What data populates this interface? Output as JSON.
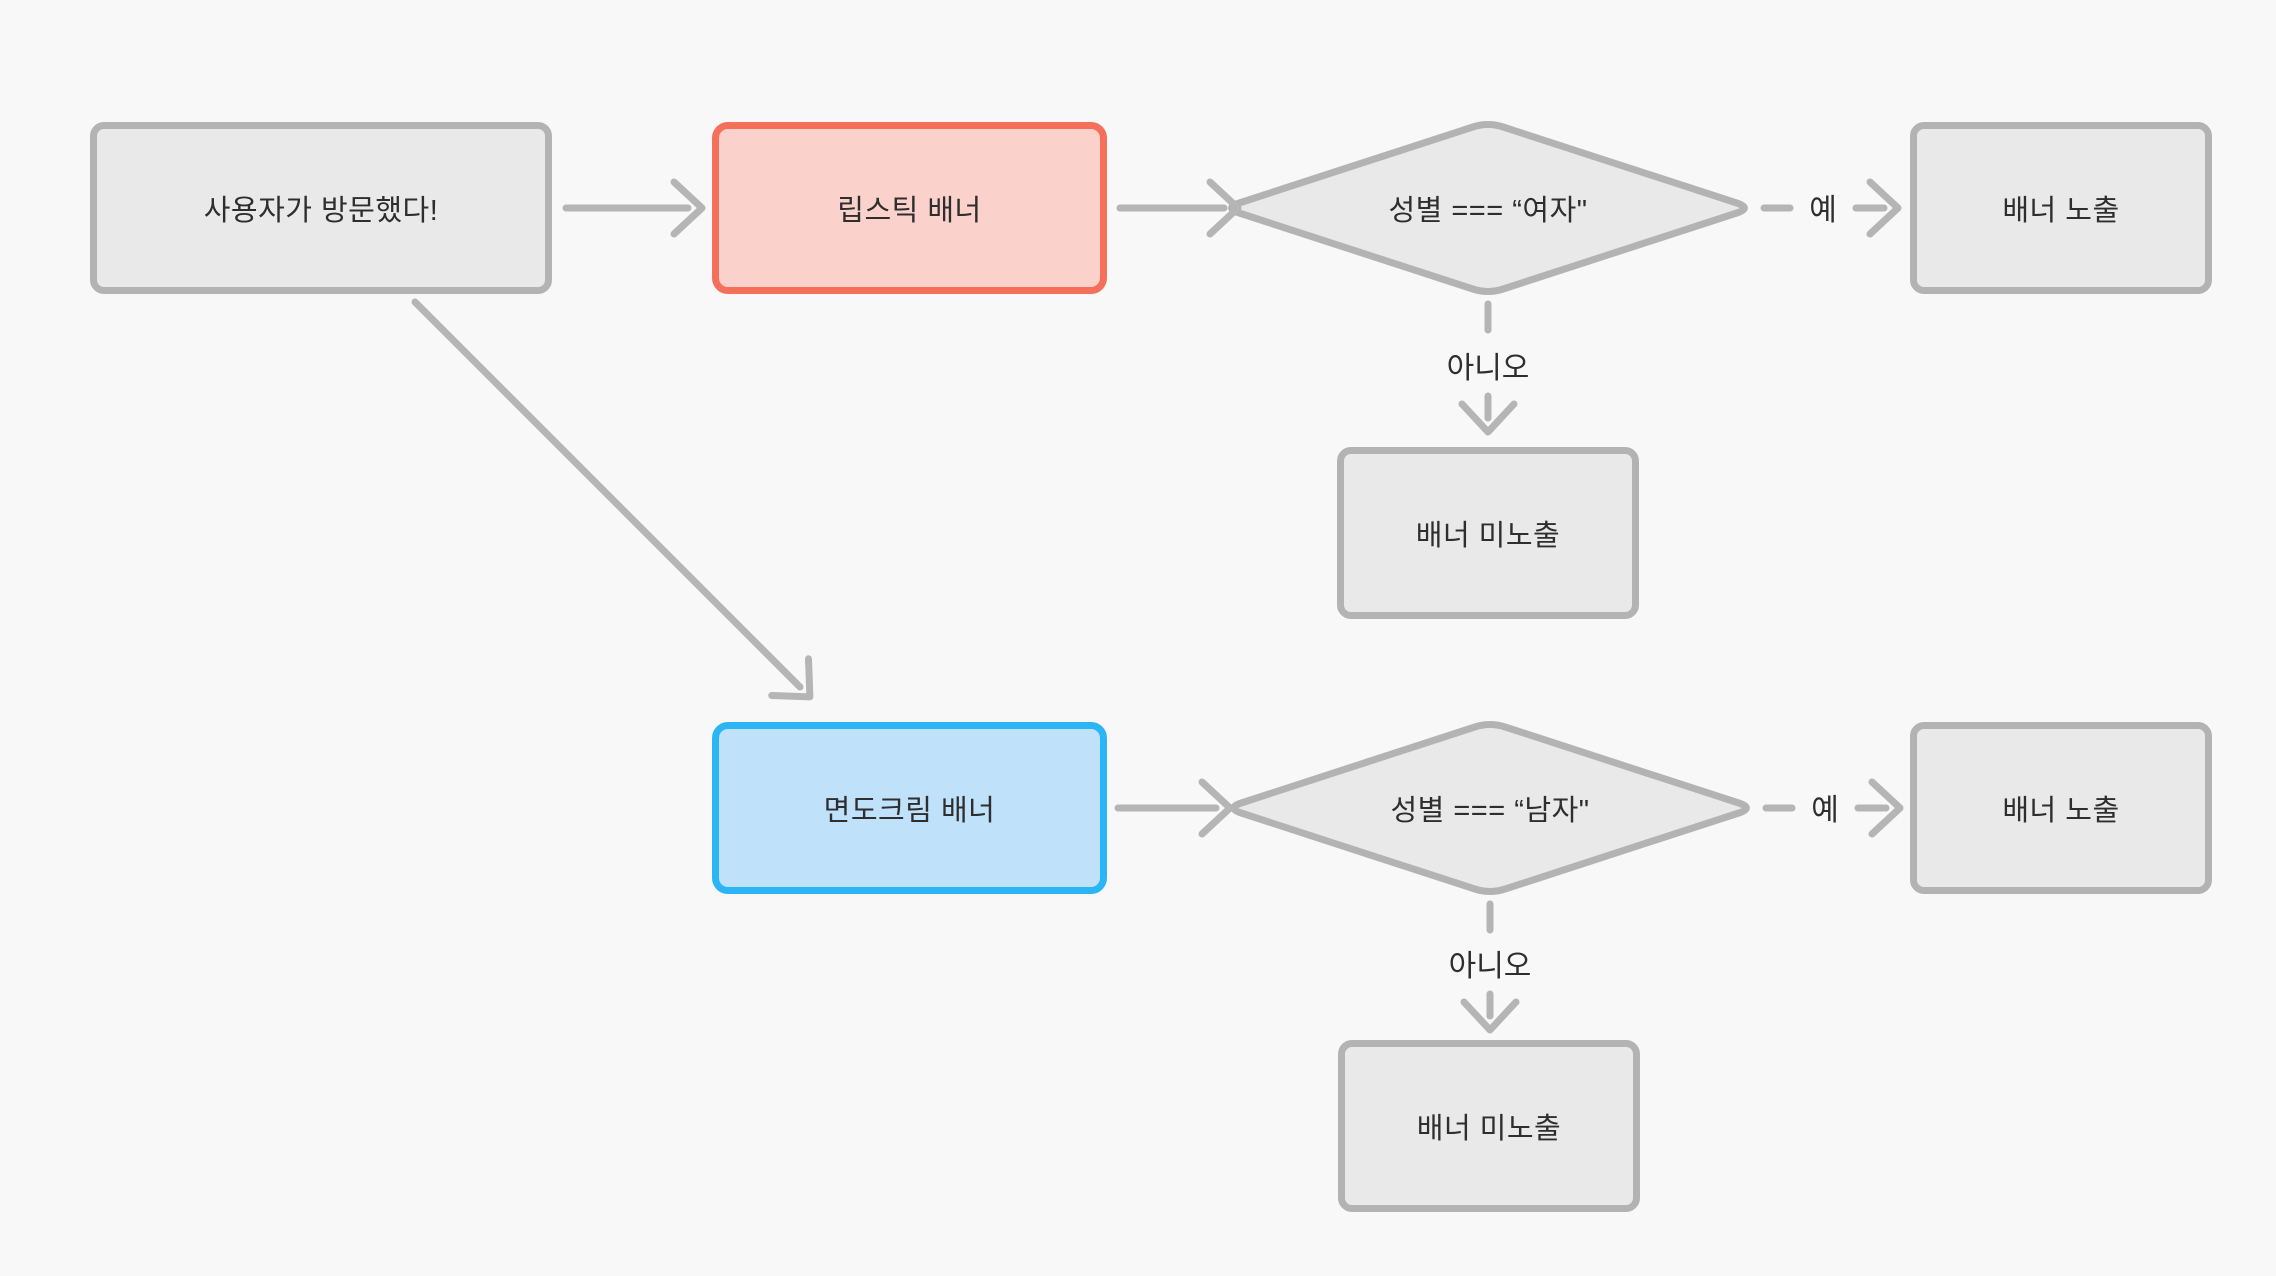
{
  "colors": {
    "background": "#f8f8f8",
    "node_fill": "#e9e9e9",
    "node_border": "#b3b3b3",
    "edge": "#b5b5b5",
    "text": "#2e2e2e",
    "lipstick_fill": "#fbd1cb",
    "lipstick_border": "#f4705a",
    "shaving_fill": "#c0e1fa",
    "shaving_border": "#2cb5f5"
  },
  "nodes": {
    "start": {
      "label": "사용자가 방문했다!"
    },
    "lipstick_banner": {
      "label": "립스틱 배너"
    },
    "gender_female_check": {
      "label": "성별 === “여자\""
    },
    "banner_shown_top": {
      "label": "배너 노출"
    },
    "banner_hidden_top": {
      "label": "배너 미노출"
    },
    "shaving_cream_banner": {
      "label": "면도크림 배너"
    },
    "gender_male_check": {
      "label": "성별 === “남자\""
    },
    "banner_shown_bottom": {
      "label": "배너 노출"
    },
    "banner_hidden_bottom": {
      "label": "배너 미노출"
    }
  },
  "edge_labels": {
    "yes_top": "예",
    "no_top": "아니오",
    "yes_bottom": "예",
    "no_bottom": "아니오"
  }
}
